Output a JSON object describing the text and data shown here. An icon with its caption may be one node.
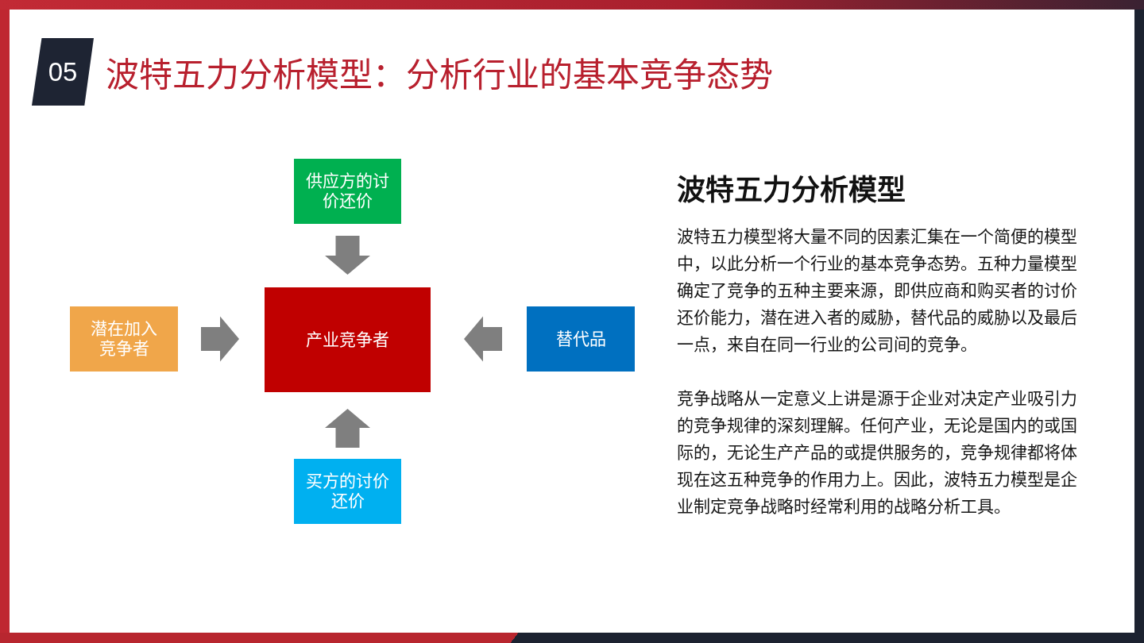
{
  "diagram": {
    "title": "波特五力分析模型：分析行业的基本竞争态势",
    "nodes": [
      {
        "text": [
          "供应方的讨价还价"
        ]
      },
      {
        "text": [
          "潜在加入竞争者"
        ]
      },
      {
        "text": [
          "产业竞争者"
        ]
      },
      {
        "text": [
          "替代品"
        ]
      },
      {
        "text": [
          "买方的讨价还价"
        ]
      }
    ],
    "edges": [
      {
        "from": 0,
        "to": 2,
        "arrow": "to"
      },
      {
        "from": 1,
        "to": 2,
        "arrow": "to"
      },
      {
        "from": 3,
        "to": 2,
        "arrow": "to"
      },
      {
        "from": 4,
        "to": 2,
        "arrow": "to"
      }
    ],
    "labels": [
      "05",
      "波特五力分析模型",
      "波特五力模型将大量不同的因素汇集在一个简便的模型中，以此分析一个行业的基本竞争态势。五种力量模型确定了竞争的五种主要来源，即供应商和购买者的讨价还价能力，潜在进入者的威胁，替代品的威胁以及最后一点，来自在同一行业的公司间的竞争。",
      "竞争战略从一定意义上讲是源于企业对决定产业吸引力的竞争规律的深刻理解。任何产业，无论是国内的或国际的，无论生产产品的或提供服务的，竞争规律都将体现在这五种竞争的作用力上。因此，波特五力模型是企业制定竞争战略时经常利用的战略分析工具。"
    ]
  }
}
